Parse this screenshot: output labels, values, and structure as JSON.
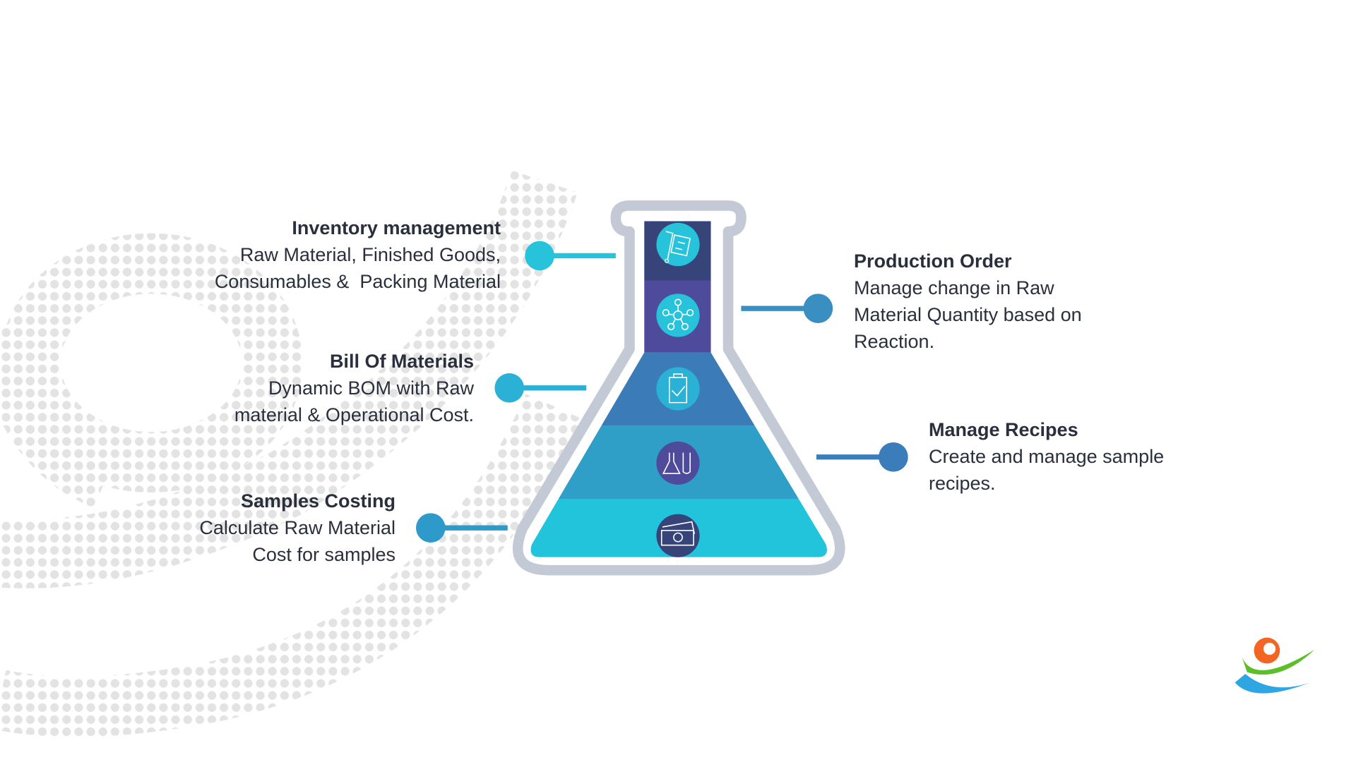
{
  "features": [
    {
      "title": "Inventory management",
      "lines": [
        "Raw Material, Finished Goods,",
        "Consumables &  Packing Material"
      ],
      "icon": "hand-truck-icon",
      "color": "#27c3db"
    },
    {
      "title": "Bill Of Materials",
      "lines": [
        "Dynamic BOM with Raw",
        "material & Operational Cost."
      ],
      "icon": "clipboard-check-icon",
      "color": "#2bb1d5"
    },
    {
      "title": "Samples Costing",
      "lines": [
        "Calculate Raw Material",
        "Cost for samples"
      ],
      "icon": "money-icon",
      "color": "#2e9ac9"
    },
    {
      "title": "Production Order",
      "lines": [
        "Manage change in Raw",
        "Material Quantity based on",
        "Reaction."
      ],
      "icon": "molecule-network-icon",
      "color": "#3a8fc2"
    },
    {
      "title": "Manage Recipes",
      "lines": [
        "Create and manage sample",
        "recipes."
      ],
      "icon": "lab-flask-tube-icon",
      "color": "#3b7dbb"
    }
  ],
  "colors": {
    "glass": "#c3cad6",
    "band1": "#36447a",
    "band2": "#4f4b9c",
    "band3": "#3b7cb8",
    "band4": "#2f9fc8",
    "band5": "#22c4db",
    "text": "#2a2f3d"
  }
}
